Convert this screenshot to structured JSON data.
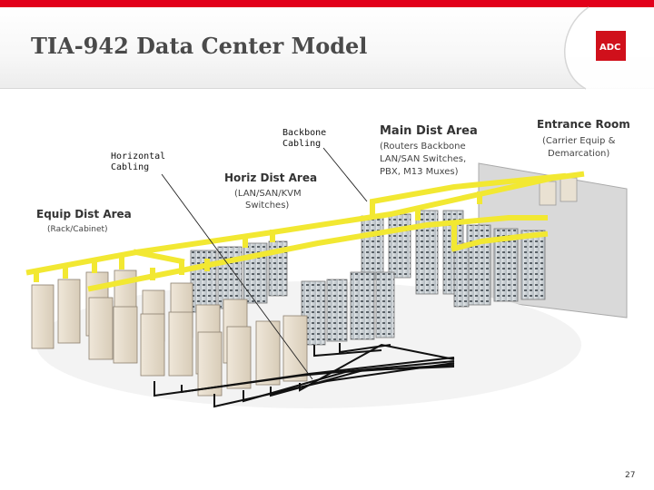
{
  "slide": {
    "title": "TIA-942 Data Center Model",
    "page_number": "27"
  },
  "logo": {
    "text": "ADC"
  },
  "callouts": {
    "horizontal_cabling": [
      "Horizontal",
      "Cabling"
    ],
    "backbone_cabling": [
      "Backbone",
      "Cabling"
    ]
  },
  "areas": {
    "main_dist": {
      "title": "Main Dist Area",
      "desc": [
        "(Routers Backbone",
        "LAN/SAN Switches,",
        "PBX, M13 Muxes)"
      ]
    },
    "entrance_room": {
      "title": "Entrance Room",
      "desc": [
        "(Carrier Equip &",
        "Demarcation)"
      ]
    },
    "horiz_dist": {
      "title": "Horiz Dist Area",
      "desc": [
        "(LAN/SAN/KVM",
        "Switches)"
      ]
    },
    "equip_dist": {
      "title": "Equip Dist Area",
      "desc": [
        "(Rack/Cabinet)"
      ]
    }
  },
  "colors": {
    "brand_red": "#e2001a",
    "backbone_tray": "#f2e832",
    "horizontal_cable": "#111111",
    "cabinet": "#e6dccb",
    "rack": "#bcc4c8"
  }
}
